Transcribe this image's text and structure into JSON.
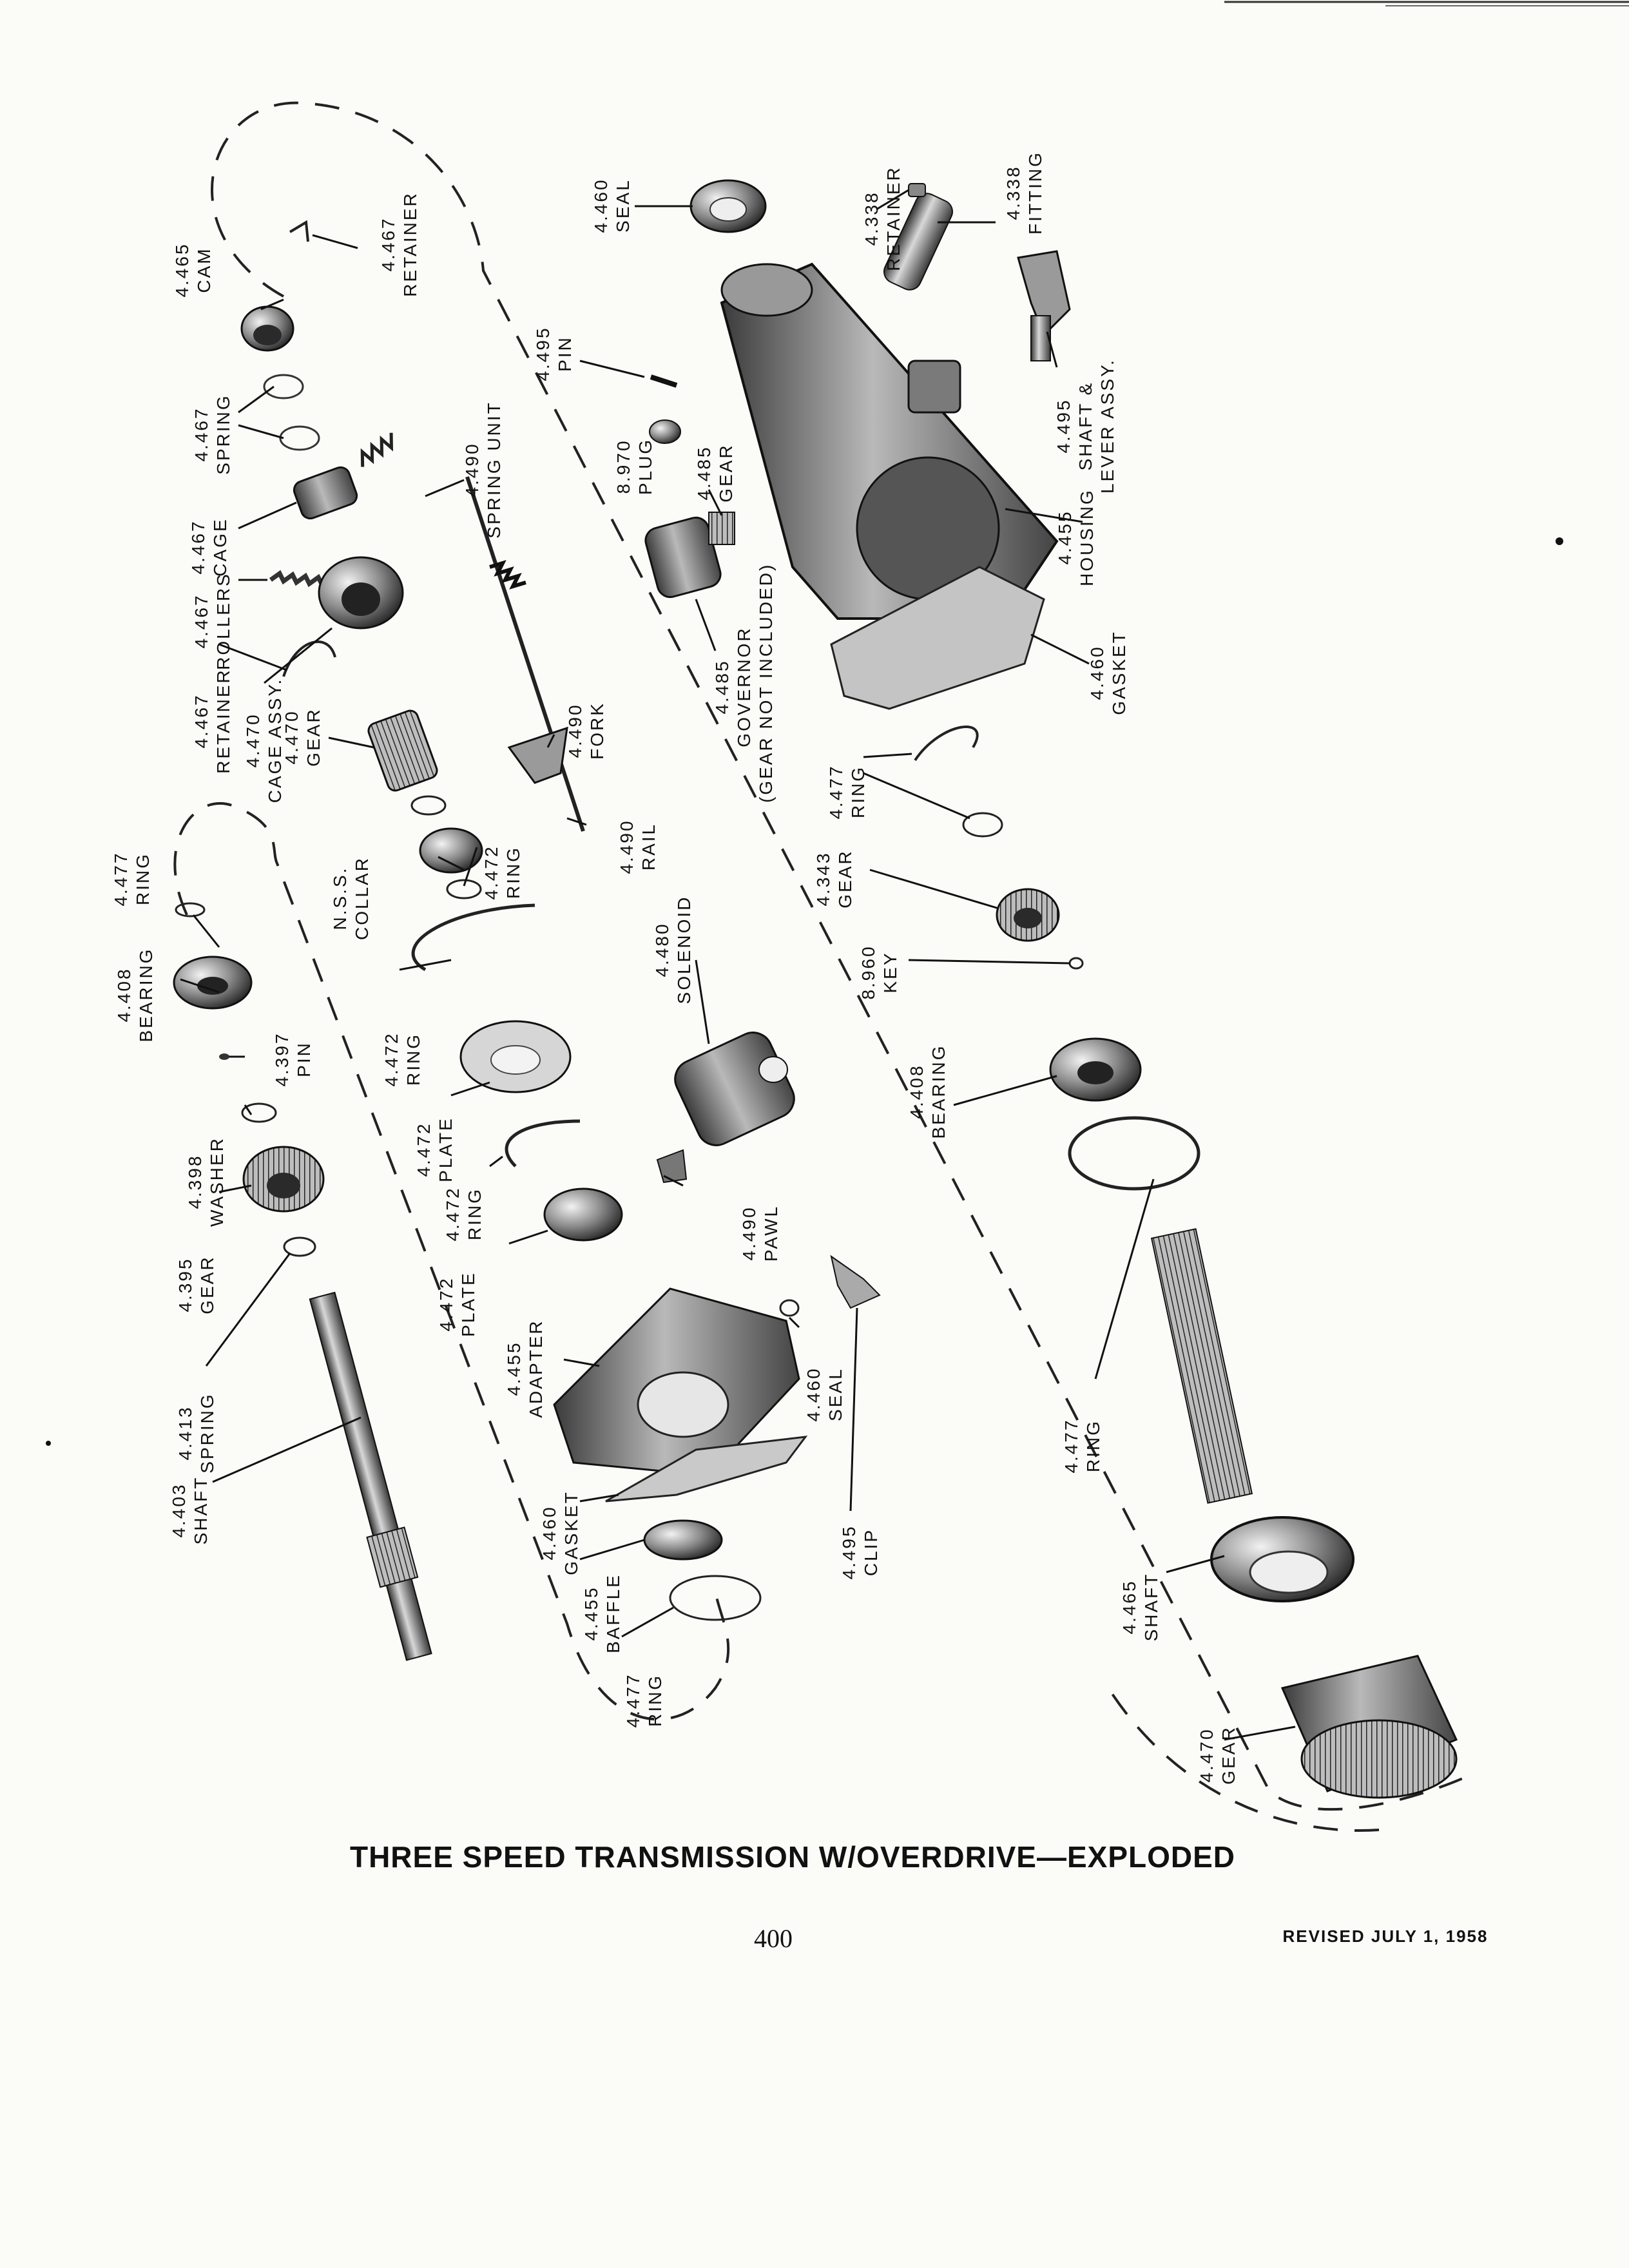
{
  "title": "THREE SPEED TRANSMISSION W/OVERDRIVE—EXPLODED",
  "page_number": "400",
  "revised": "REVISED JULY 1, 1958",
  "labels": [
    {
      "id": "cam",
      "num": "4.465",
      "name": "CAM"
    },
    {
      "id": "retainer-top",
      "num": "4.467",
      "name": "RETAINER"
    },
    {
      "id": "spring-467",
      "num": "4.467",
      "name": "SPRING"
    },
    {
      "id": "cage-467",
      "num": "4.467",
      "name": "CAGE"
    },
    {
      "id": "rollers",
      "num": "4.467",
      "name": "ROLLERS"
    },
    {
      "id": "retainer-467",
      "num": "4.467",
      "name": "RETAINER"
    },
    {
      "id": "cage-assy",
      "num": "4.470",
      "name": "CAGE ASSY."
    },
    {
      "id": "gear-470a",
      "num": "4.470",
      "name": "GEAR"
    },
    {
      "id": "spring-unit",
      "num": "4.490",
      "name": "SPRING UNIT"
    },
    {
      "id": "fork",
      "num": "4.490",
      "name": "FORK"
    },
    {
      "id": "rail",
      "num": "4.490",
      "name": "RAIL"
    },
    {
      "id": "pin-495",
      "num": "4.495",
      "name": "PIN"
    },
    {
      "id": "seal-top",
      "num": "4.460",
      "name": "SEAL"
    },
    {
      "id": "retainer-338",
      "num": "4.338",
      "name": "RETAINER"
    },
    {
      "id": "fitting",
      "num": "4.338",
      "name": "FITTING"
    },
    {
      "id": "plug",
      "num": "8.970",
      "name": "PLUG"
    },
    {
      "id": "gear-485",
      "num": "4.485",
      "name": "GEAR"
    },
    {
      "id": "shaft-lever",
      "num": "4.495",
      "name": "SHAFT &",
      "name2": "LEVER ASSY."
    },
    {
      "id": "housing",
      "num": "4.455",
      "name": "HOUSING"
    },
    {
      "id": "governor",
      "num": "4.485",
      "name": "GOVERNOR",
      "name2": "(GEAR NOT INCLUDED)"
    },
    {
      "id": "gasket-top",
      "num": "4.460",
      "name": "GASKET"
    },
    {
      "id": "ring-477a",
      "num": "4.477",
      "name": "RING"
    },
    {
      "id": "ring-477-left",
      "num": "4.477",
      "name": "RING"
    },
    {
      "id": "nss-collar",
      "num": "N.S.S.",
      "name": "COLLAR"
    },
    {
      "id": "ring-472a",
      "num": "4.472",
      "name": "RING"
    },
    {
      "id": "bearing-left",
      "num": "4.408",
      "name": "BEARING"
    },
    {
      "id": "ring-472b",
      "num": "4.472",
      "name": "RING"
    },
    {
      "id": "pin-397",
      "num": "4.397",
      "name": "PIN"
    },
    {
      "id": "solenoid",
      "num": "4.480",
      "name": "SOLENOID"
    },
    {
      "id": "gear-343",
      "num": "4.343",
      "name": "GEAR"
    },
    {
      "id": "key",
      "num": "8.960",
      "name": "KEY"
    },
    {
      "id": "plate-472a",
      "num": "4.472",
      "name": "PLATE"
    },
    {
      "id": "bearing-right",
      "num": "4.408",
      "name": "BEARING"
    },
    {
      "id": "washer",
      "num": "4.398",
      "name": "WASHER"
    },
    {
      "id": "ring-472c",
      "num": "4.472",
      "name": "RING"
    },
    {
      "id": "pawl",
      "num": "4.490",
      "name": "PAWL"
    },
    {
      "id": "gear-395",
      "num": "4.395",
      "name": "GEAR"
    },
    {
      "id": "plate-472b",
      "num": "4.472",
      "name": "PLATE"
    },
    {
      "id": "spring-413",
      "num": "4.413",
      "name": "SPRING"
    },
    {
      "id": "adapter",
      "num": "4.455",
      "name": "ADAPTER"
    },
    {
      "id": "seal-bottom",
      "num": "4.460",
      "name": "SEAL"
    },
    {
      "id": "ring-477-right",
      "num": "4.477",
      "name": "RING"
    },
    {
      "id": "shaft-403",
      "num": "4.403",
      "name": "SHAFT"
    },
    {
      "id": "gasket-bottom",
      "num": "4.460",
      "name": "GASKET"
    },
    {
      "id": "clip",
      "num": "4.495",
      "name": "CLIP"
    },
    {
      "id": "baffle",
      "num": "4.455",
      "name": "BAFFLE"
    },
    {
      "id": "shaft-465",
      "num": "4.465",
      "name": "SHAFT"
    },
    {
      "id": "ring-477-bottom",
      "num": "4.477",
      "name": "RING"
    },
    {
      "id": "gear-470b",
      "num": "4.470",
      "name": "GEAR"
    }
  ]
}
